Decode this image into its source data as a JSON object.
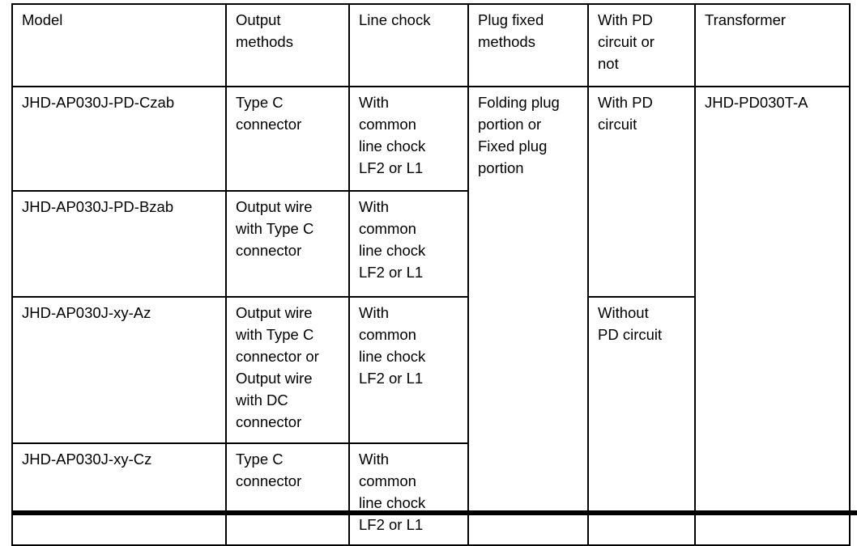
{
  "page": {
    "background": "#ffffff",
    "line_color": "#000000",
    "text_color": "#000000"
  },
  "table": {
    "headers": {
      "model": "Model",
      "output_methods": "Output\nmethods",
      "line_chock": "Line chock",
      "plug_fixed_methods": "Plug fixed\nmethods",
      "pd_circuit": "With PD\ncircuit or\nnot",
      "transformer": "Transformer"
    },
    "rows": [
      {
        "model": "JHD-AP030J-PD-Czab",
        "output": "Type C\nconnector",
        "line_chock": "With\ncommon\nline chock\nLF2 or L1"
      },
      {
        "model": "JHD-AP030J-PD-Bzab",
        "output": "Output wire\nwith Type C\nconnector",
        "line_chock": "With\ncommon\nline chock\nLF2 or L1"
      },
      {
        "model": "JHD-AP030J-xy-Az",
        "output": "Output wire\nwith Type C\nconnector or\nOutput wire\nwith DC\nconnector",
        "line_chock": "With\ncommon\nline chock\nLF2 or L1"
      },
      {
        "model": "JHD-AP030J-xy-Cz",
        "output": "Type C\nconnector",
        "line_chock": "With\ncommon\nline chock\nLF2 or L1"
      }
    ],
    "plug_fixed": "Folding plug\nportion or\nFixed plug\nportion",
    "pd_with": "With PD\ncircuit",
    "pd_without": "Without\nPD circuit",
    "transformer_value": "JHD-PD030T-A"
  }
}
